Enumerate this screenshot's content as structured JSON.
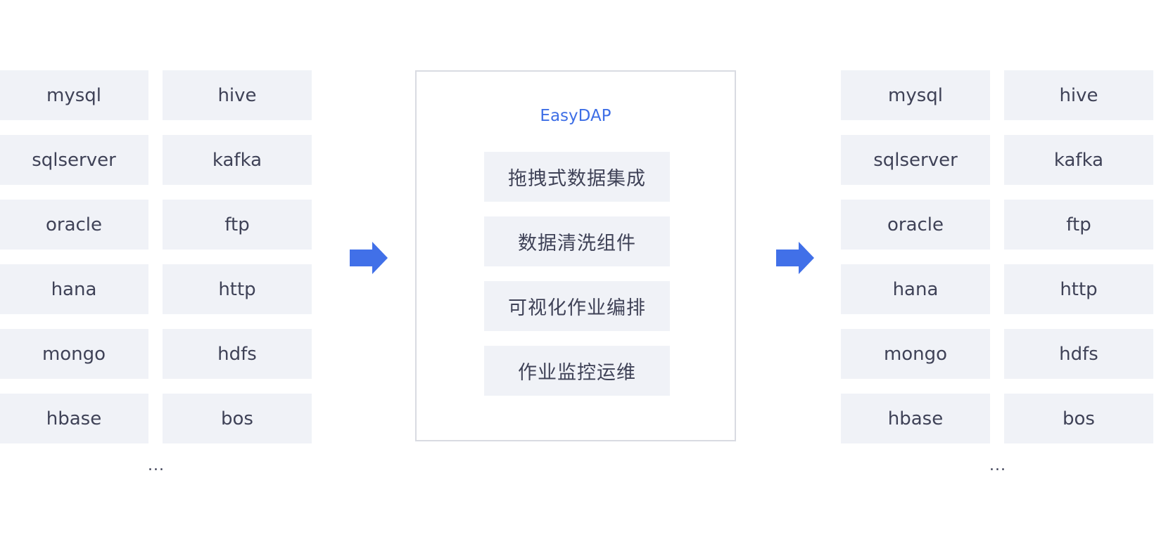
{
  "sources": {
    "items": [
      "mysql",
      "hive",
      "sqlserver",
      "kafka",
      "oracle",
      "ftp",
      "hana",
      "http",
      "mongo",
      "hdfs",
      "hbase",
      "bos"
    ],
    "more": "..."
  },
  "targets": {
    "items": [
      "mysql",
      "hive",
      "sqlserver",
      "kafka",
      "oracle",
      "ftp",
      "hana",
      "http",
      "mongo",
      "hdfs",
      "hbase",
      "bos"
    ],
    "more": "..."
  },
  "platform": {
    "title": "EasyDAP",
    "features": [
      "拖拽式数据集成",
      "数据清洗组件",
      "可视化作业编排",
      "作业监控运维"
    ]
  },
  "colors": {
    "accent": "#3d6ee6",
    "arrow": "#4170e8",
    "cell_background": "#f0f2f7",
    "text": "#3f4257",
    "box_border": "#d9dbe2"
  },
  "icons": {
    "flow_arrow": "right-arrow-icon"
  }
}
